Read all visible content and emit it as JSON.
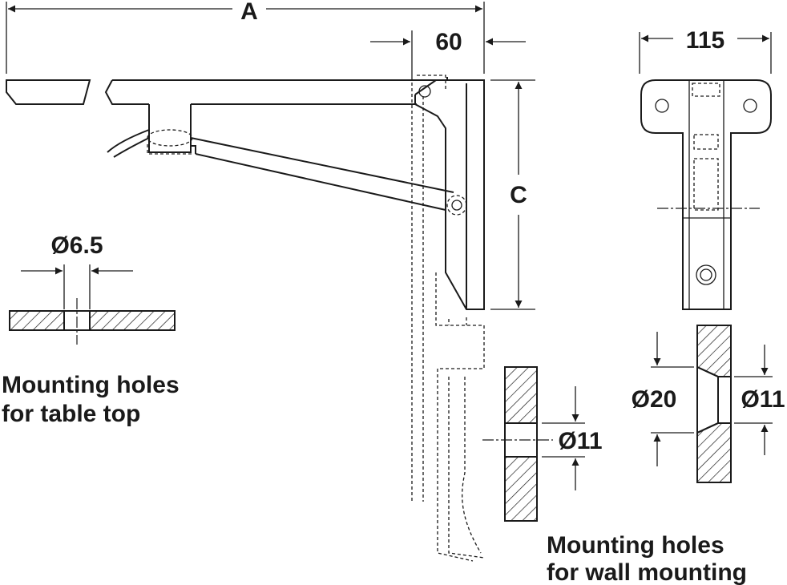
{
  "dimensions": {
    "a": "A",
    "sixty": "60",
    "c": "C",
    "width115": "115",
    "d65": "Ø6.5",
    "d11_wall": "Ø11",
    "d20": "Ø20",
    "d11_counter": "Ø11"
  },
  "captions": {
    "table_line1": "Mounting holes",
    "table_line2": "for table top",
    "wall_line1": "Mounting holes",
    "wall_line2": "for wall mounting"
  }
}
